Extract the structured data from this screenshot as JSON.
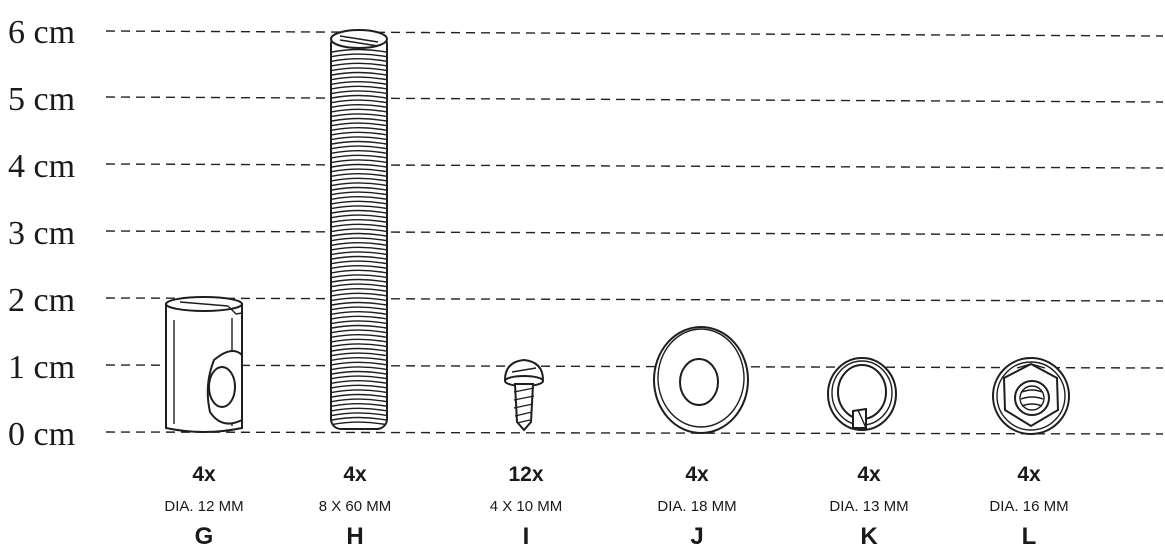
{
  "scale": {
    "unit": "cm",
    "labels": [
      "6 cm",
      "5 cm",
      "4 cm",
      "3 cm",
      "2 cm",
      "1 cm",
      "0 cm"
    ]
  },
  "parts": [
    {
      "quantity": "4x",
      "spec": "DIA. 12 MM",
      "code": "G",
      "icon": "barrel-nut-icon"
    },
    {
      "quantity": "4x",
      "spec": "8 X 60 MM",
      "code": "H",
      "icon": "threaded-rod-icon"
    },
    {
      "quantity": "12x",
      "spec": "4 X 10 MM",
      "code": "I",
      "icon": "screw-icon"
    },
    {
      "quantity": "4x",
      "spec": "DIA. 18 MM",
      "code": "J",
      "icon": "flat-washer-icon"
    },
    {
      "quantity": "4x",
      "spec": "DIA. 13 MM",
      "code": "K",
      "icon": "spring-washer-icon"
    },
    {
      "quantity": "4x",
      "spec": "DIA. 16 MM",
      "code": "L",
      "icon": "flange-nut-icon"
    }
  ]
}
